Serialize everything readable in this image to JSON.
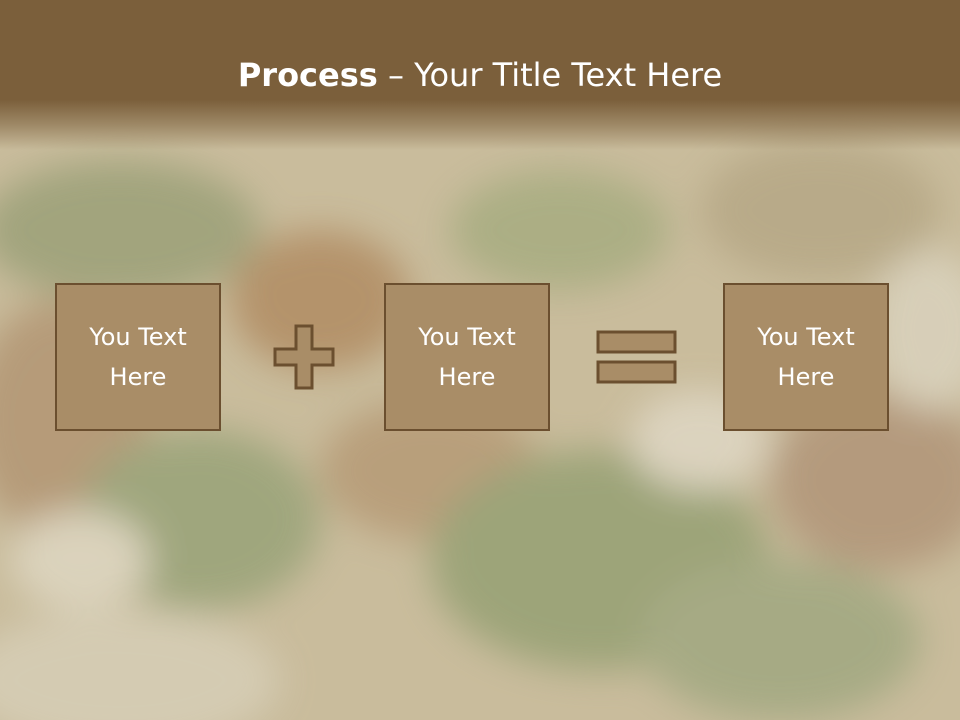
{
  "slide": {
    "title_bold": "Process",
    "title_rest": " – Your Title Text Here",
    "boxes": [
      {
        "text": "You Text Here"
      },
      {
        "text": "You Text Here"
      },
      {
        "text": "You Text Here"
      }
    ],
    "operators": [
      "plus-icon",
      "equals-icon"
    ],
    "colors": {
      "title_bar": "#7b5f3b",
      "box_fill": "#a98d67",
      "box_border": "#6b4f2f",
      "text": "#ffffff"
    }
  }
}
